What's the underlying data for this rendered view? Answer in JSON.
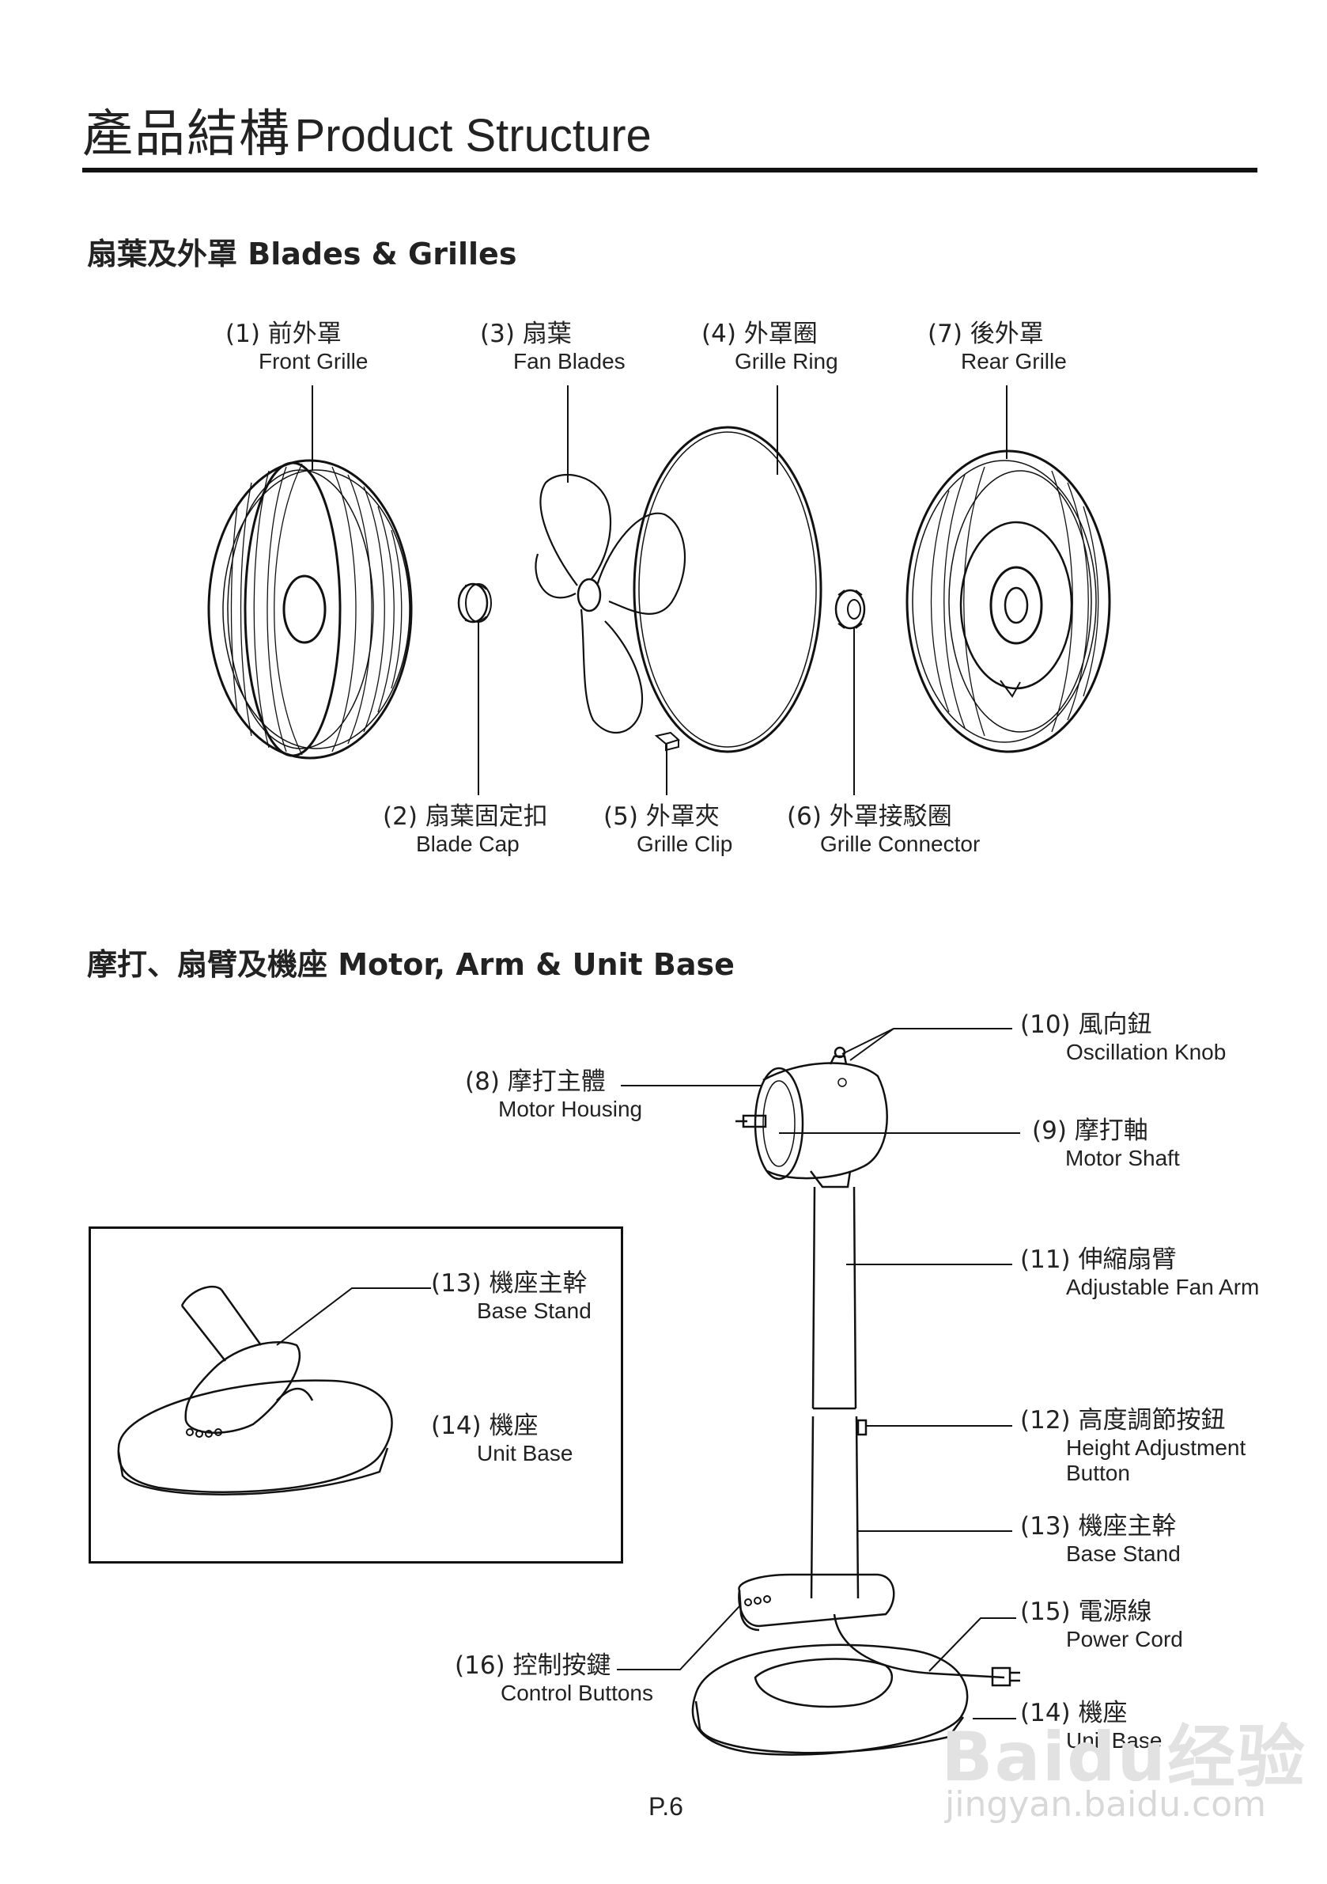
{
  "page": {
    "title_zh": "產品結構",
    "title_en": "Product Structure",
    "page_number": "P.6"
  },
  "sections": {
    "blades": "扇葉及外罩 Blades & Grilles",
    "motor": "摩打、扇臂及機座 Motor, Arm & Unit Base"
  },
  "parts": {
    "p1": {
      "zh": "(1) 前外罩",
      "en": "Front Grille"
    },
    "p2": {
      "zh": "(2) 扇葉固定扣",
      "en": "Blade Cap"
    },
    "p3": {
      "zh": "(3) 扇葉",
      "en": "Fan Blades"
    },
    "p4": {
      "zh": "(4) 外罩圈",
      "en": "Grille Ring"
    },
    "p5": {
      "zh": "(5) 外罩夾",
      "en": "Grille Clip"
    },
    "p6": {
      "zh": "(6) 外罩接駁圈",
      "en": "Grille Connector"
    },
    "p7": {
      "zh": "(7) 後外罩",
      "en": "Rear Grille"
    },
    "p8": {
      "zh": "(8) 摩打主體",
      "en": "Motor Housing"
    },
    "p9": {
      "zh": "(9) 摩打軸",
      "en": "Motor Shaft"
    },
    "p10": {
      "zh": "(10) 風向鈕",
      "en": "Oscillation Knob"
    },
    "p11": {
      "zh": "(11) 伸縮扇臂",
      "en": "Adjustable Fan Arm"
    },
    "p12": {
      "zh": "(12) 高度調節按鈕",
      "en": "Height Adjustment",
      "en2": "Button"
    },
    "p13": {
      "zh": "(13) 機座主幹",
      "en": "Base Stand"
    },
    "p13b": {
      "zh": "(13) 機座主幹",
      "en": "Base Stand"
    },
    "p14": {
      "zh": "(14) 機座",
      "en": "Unit Base"
    },
    "p14b": {
      "zh": "(14) 機座",
      "en": "Unit Base"
    },
    "p15": {
      "zh": "(15) 電源線",
      "en": "Power Cord"
    },
    "p16": {
      "zh": "(16) 控制按鍵",
      "en": "Control Buttons"
    }
  },
  "watermark": {
    "logo": "Baidu经验",
    "url": "jingyan.baidu.com"
  }
}
